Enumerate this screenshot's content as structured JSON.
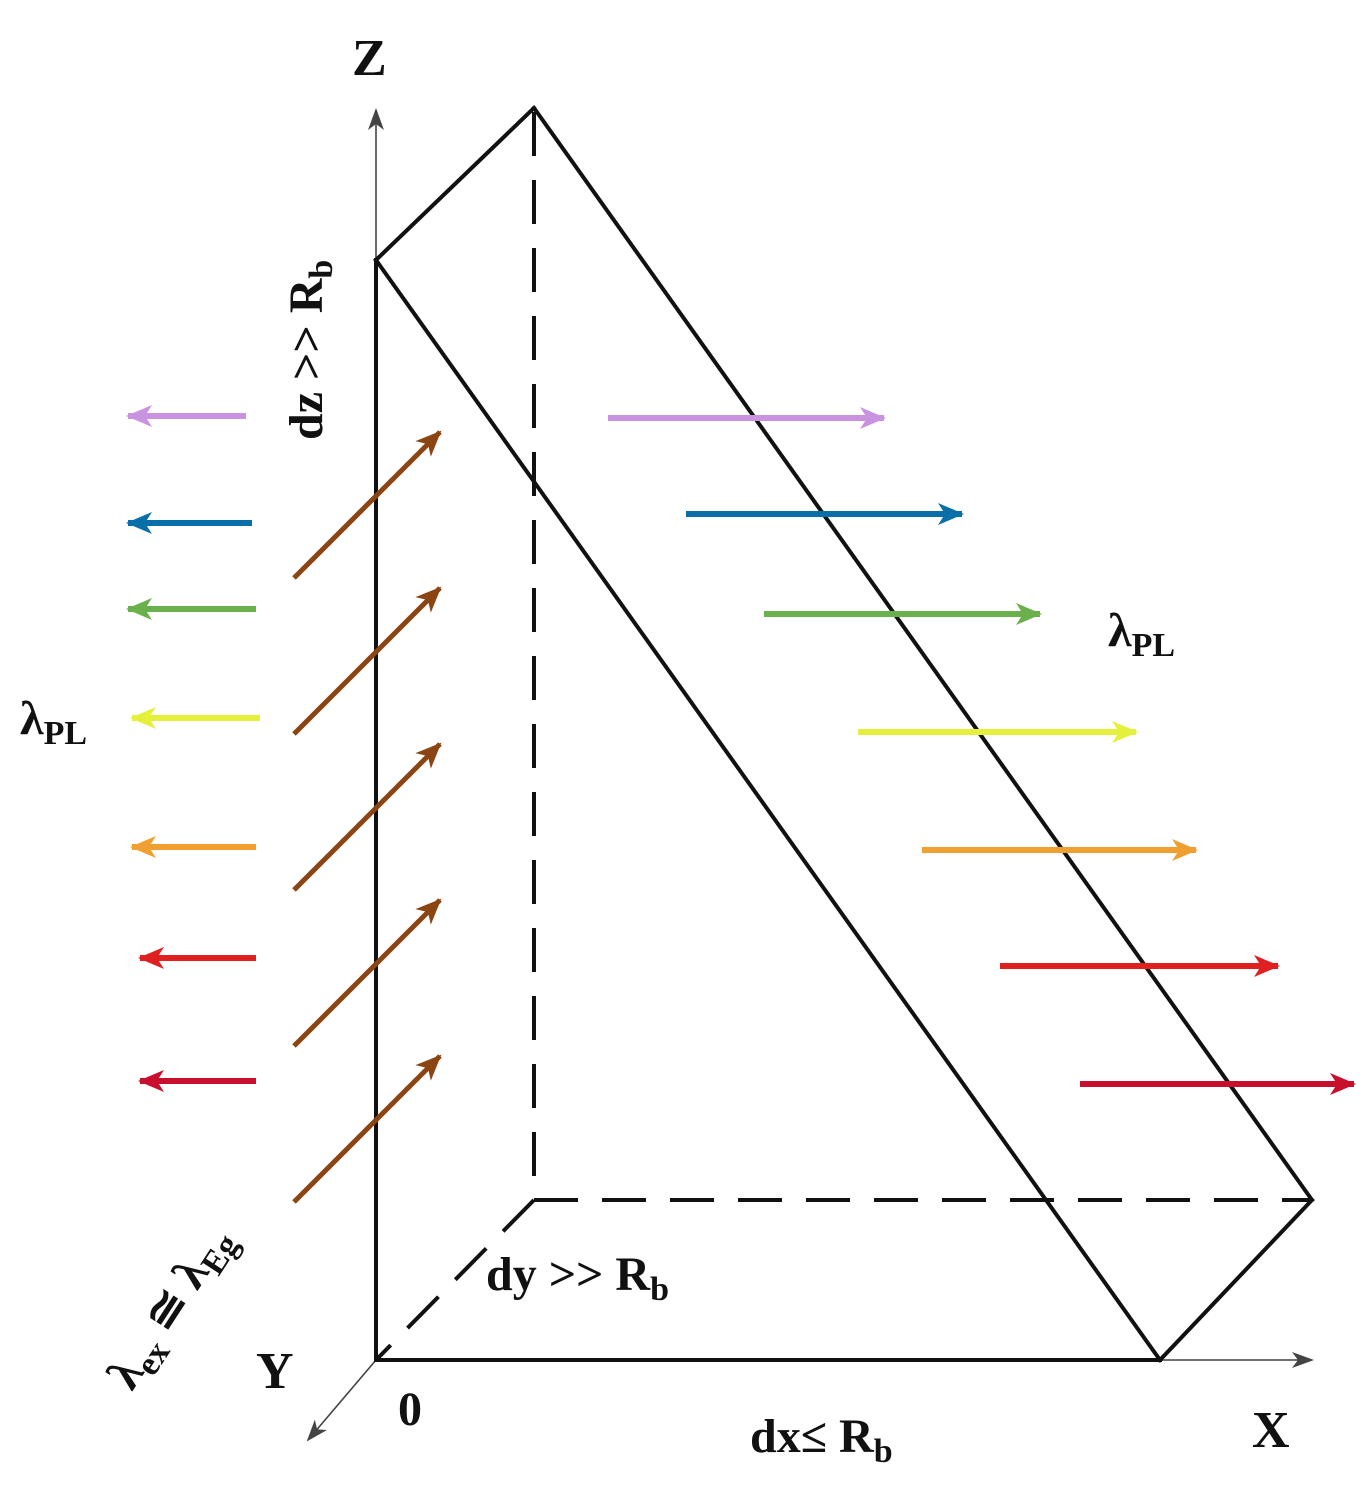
{
  "axes": {
    "z_label": "Z",
    "x_label": "X",
    "y_label": "Y",
    "origin_label": "0"
  },
  "dimensions": {
    "dz": {
      "main": "dz >> R",
      "sub": "b"
    },
    "dy": {
      "main": "dy >> R",
      "sub": "b"
    },
    "dx": {
      "main": "dx≤ R",
      "sub": "b"
    }
  },
  "wavelength_labels": {
    "emission_left": {
      "symbol": "λ",
      "sub": "PL"
    },
    "emission_right": {
      "symbol": "λ",
      "sub": "PL"
    },
    "excitation": {
      "symbol": "λ",
      "sub": "ex",
      "relation": " ≅ ",
      "symbol2": "λ",
      "sub2": "Eg"
    }
  },
  "colors": {
    "excitation_arrow": "#8B4513",
    "emission_series": [
      "#c993e0",
      "#0a6fa8",
      "#6ab04c",
      "#e4f03a",
      "#f0a030",
      "#e02020",
      "#c8102e"
    ]
  }
}
